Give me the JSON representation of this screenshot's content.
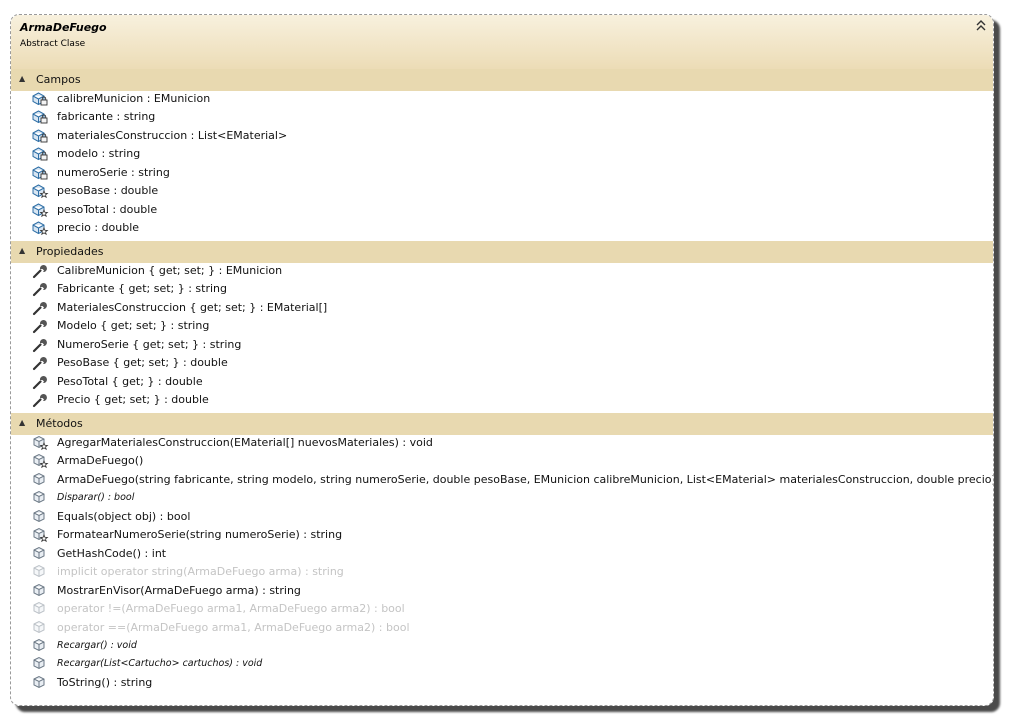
{
  "class": {
    "name": "ArmaDeFuego",
    "kind": "Abstract Clase"
  },
  "sections": [
    {
      "title": "Campos",
      "items": [
        {
          "text": "calibreMunicion : EMunicion",
          "icon": "private-field-icon"
        },
        {
          "text": "fabricante : string",
          "icon": "private-field-icon"
        },
        {
          "text": "materialesConstruccion : List<EMaterial>",
          "icon": "private-field-icon"
        },
        {
          "text": "modelo : string",
          "icon": "private-field-icon"
        },
        {
          "text": "numeroSerie : string",
          "icon": "private-field-icon"
        },
        {
          "text": "pesoBase : double",
          "icon": "protected-field-icon"
        },
        {
          "text": "pesoTotal : double",
          "icon": "protected-field-icon"
        },
        {
          "text": "precio : double",
          "icon": "protected-field-icon"
        }
      ]
    },
    {
      "title": "Propiedades",
      "items": [
        {
          "text": "CalibreMunicion { get; set; } : EMunicion",
          "icon": "property-wrench-icon"
        },
        {
          "text": "Fabricante { get; set; } : string",
          "icon": "property-wrench-icon"
        },
        {
          "text": "MaterialesConstruccion { get; set; } : EMaterial[]",
          "icon": "property-wrench-icon"
        },
        {
          "text": "Modelo { get; set; } : string",
          "icon": "property-wrench-icon"
        },
        {
          "text": "NumeroSerie { get; set; } : string",
          "icon": "property-wrench-icon"
        },
        {
          "text": "PesoBase { get; set; } : double",
          "icon": "property-wrench-icon"
        },
        {
          "text": "PesoTotal { get; } : double",
          "icon": "property-wrench-icon"
        },
        {
          "text": "Precio { get; set; } : double",
          "icon": "property-wrench-icon"
        }
      ]
    },
    {
      "title": "Métodos",
      "items": [
        {
          "text": "AgregarMaterialesConstruccion(EMaterial[] nuevosMateriales) : void",
          "icon": "protected-method-icon"
        },
        {
          "text": "ArmaDeFuego()",
          "icon": "protected-method-icon"
        },
        {
          "text": "ArmaDeFuego(string fabricante, string modelo, string numeroSerie, double pesoBase, EMunicion calibreMunicion, List<EMaterial> materialesConstruccion, double precio)",
          "icon": "public-method-icon"
        },
        {
          "text": "Disparar() : bool",
          "icon": "public-method-icon",
          "style": "abstract"
        },
        {
          "text": "Equals(object obj) : bool",
          "icon": "public-method-icon"
        },
        {
          "text": "FormatearNumeroSerie(string numeroSerie) : string",
          "icon": "protected-method-icon"
        },
        {
          "text": "GetHashCode() : int",
          "icon": "public-method-icon"
        },
        {
          "text": "implicit operator string(ArmaDeFuego arma) : string",
          "icon": "public-method-icon",
          "style": "dim"
        },
        {
          "text": "MostrarEnVisor(ArmaDeFuego arma) : string",
          "icon": "public-method-icon"
        },
        {
          "text": "operator !=(ArmaDeFuego arma1, ArmaDeFuego arma2) : bool",
          "icon": "public-method-icon",
          "style": "dim"
        },
        {
          "text": "operator ==(ArmaDeFuego arma1, ArmaDeFuego arma2) : bool",
          "icon": "public-method-icon",
          "style": "dim"
        },
        {
          "text": "Recargar() : void",
          "icon": "public-method-icon",
          "style": "abstract"
        },
        {
          "text": "Recargar(List<Cartucho> cartuchos) : void",
          "icon": "public-method-icon",
          "style": "abstract"
        },
        {
          "text": "ToString() : string",
          "icon": "public-method-icon"
        }
      ]
    }
  ],
  "colors": {
    "header": "#ecdcb6",
    "section": "#e8d9b0",
    "icon_blue": "#2f6fa6",
    "icon_gray": "#6b6b6b",
    "dim_text": "#c4c4c4"
  }
}
